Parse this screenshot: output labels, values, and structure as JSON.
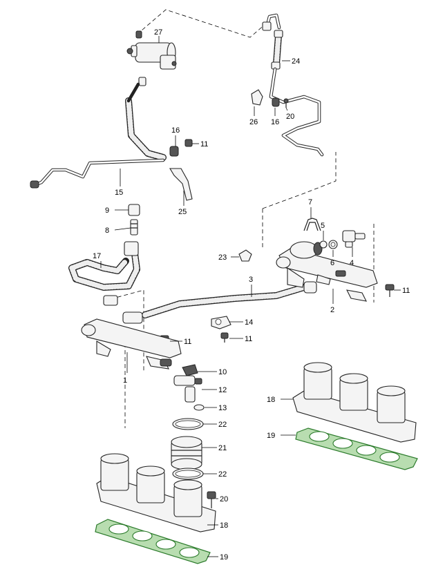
{
  "callouts": [
    {
      "id": "c27",
      "label": "27"
    },
    {
      "id": "c24",
      "label": "24"
    },
    {
      "id": "c26",
      "label": "26"
    },
    {
      "id": "c16a",
      "label": "16"
    },
    {
      "id": "c20a",
      "label": "20"
    },
    {
      "id": "c16b",
      "label": "16"
    },
    {
      "id": "c11a",
      "label": "11"
    },
    {
      "id": "c15",
      "label": "15"
    },
    {
      "id": "c25",
      "label": "25"
    },
    {
      "id": "c9",
      "label": "9"
    },
    {
      "id": "c8",
      "label": "8"
    },
    {
      "id": "c7",
      "label": "7"
    },
    {
      "id": "c5",
      "label": "5"
    },
    {
      "id": "c6",
      "label": "6"
    },
    {
      "id": "c4",
      "label": "4"
    },
    {
      "id": "c23",
      "label": "23"
    },
    {
      "id": "c17",
      "label": "17"
    },
    {
      "id": "c3",
      "label": "3"
    },
    {
      "id": "c11b",
      "label": "11"
    },
    {
      "id": "c2",
      "label": "2"
    },
    {
      "id": "c14",
      "label": "14"
    },
    {
      "id": "c11c",
      "label": "11"
    },
    {
      "id": "c11d",
      "label": "11"
    },
    {
      "id": "c1",
      "label": "1"
    },
    {
      "id": "c10",
      "label": "10"
    },
    {
      "id": "c12",
      "label": "12"
    },
    {
      "id": "c13",
      "label": "13"
    },
    {
      "id": "c18a",
      "label": "18"
    },
    {
      "id": "c19a",
      "label": "19"
    },
    {
      "id": "c22a",
      "label": "22"
    },
    {
      "id": "c21",
      "label": "21"
    },
    {
      "id": "c22b",
      "label": "22"
    },
    {
      "id": "c20b",
      "label": "20"
    },
    {
      "id": "c18b",
      "label": "18"
    },
    {
      "id": "c19b",
      "label": "19"
    }
  ],
  "colors": {
    "line": "#222222",
    "gasket": "#b8ddb0",
    "gasket_edge": "#2a7a2a"
  }
}
